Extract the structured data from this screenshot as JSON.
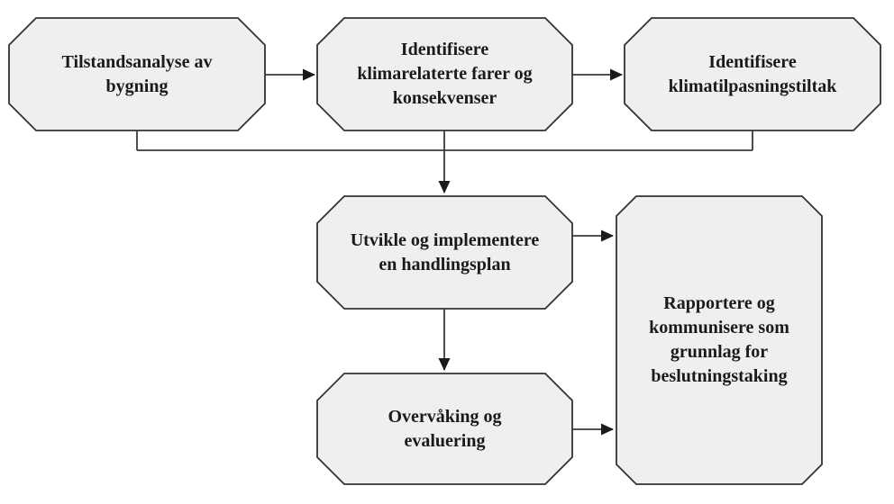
{
  "diagram": {
    "type": "flowchart",
    "language": "Norwegian",
    "colors": {
      "background": "#ffffff",
      "node_fill": "#efefef",
      "node_border": "#333333",
      "line_color": "#3a3a3a",
      "arrow_color": "#1a1a1a",
      "text_color": "#1a1a1a"
    },
    "nodes": [
      {
        "id": "tilstandsanalyse",
        "label": "Tilstandsanalyse av\nbygning"
      },
      {
        "id": "farer",
        "label": "Identifisere\nklimarelaterte farer og\nkonsekvenser"
      },
      {
        "id": "tiltak",
        "label": "Identifisere\nklimatilpasningstiltak"
      },
      {
        "id": "handlingsplan",
        "label": "Utvikle og implementere\nen handlingsplan"
      },
      {
        "id": "overvaking",
        "label": "Overvåking og\nevaluering"
      },
      {
        "id": "rapportere",
        "label": "Rapportere og\nkommunisere som\ngrunnlag for\nbeslutningstaking"
      }
    ],
    "edges": [
      {
        "from": "tilstandsanalyse",
        "to": "farer"
      },
      {
        "from": "farer",
        "to": "tiltak"
      },
      {
        "from": "tilstandsanalyse",
        "to": "handlingsplan",
        "via": "joint-connector"
      },
      {
        "from": "farer",
        "to": "handlingsplan",
        "via": "joint-connector"
      },
      {
        "from": "tiltak",
        "to": "handlingsplan",
        "via": "joint-connector"
      },
      {
        "from": "handlingsplan",
        "to": "overvaking"
      },
      {
        "from": "handlingsplan",
        "to": "rapportere"
      },
      {
        "from": "overvaking",
        "to": "rapportere"
      }
    ]
  }
}
